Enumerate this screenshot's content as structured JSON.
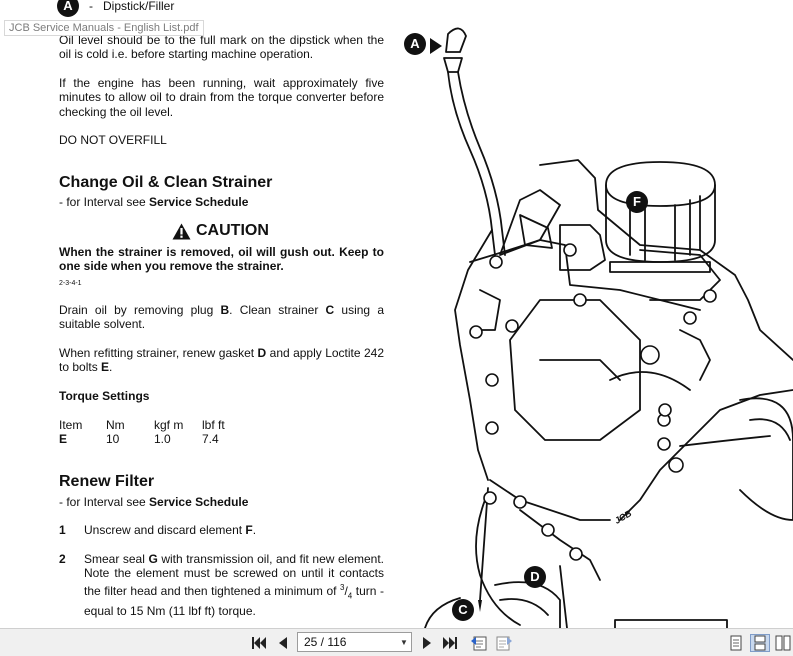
{
  "watermark": "JCB Service Manuals - English List.pdf",
  "doc": {
    "top_label_badge": "A",
    "top_label_sep": "-",
    "top_label_text": "Dipstick/Filler",
    "para1": "Oil level should be to the full mark on the dipstick when the oil is cold i.e. before starting machine operation.",
    "para2": "If the engine has been running, wait approximately five minutes to allow oil to drain from the torque converter before checking the oil level.",
    "para3": "DO NOT OVERFILL",
    "section1_title": "Change Oil & Clean Strainer",
    "section1_interval_prefix": "- for Interval see ",
    "section1_interval_bold": "Service Schedule",
    "caution_title": "CAUTION",
    "caution_text": "When the strainer is removed, oil will gush out. Keep to one side when you remove the strainer.",
    "caution_code": "2-3-4-1",
    "drain_1": "Drain oil by removing plug ",
    "drain_B": "B",
    "drain_2": ". Clean strainer ",
    "drain_C": "C",
    "drain_3": " using a suitable solvent.",
    "refit_1": "When refitting strainer, renew gasket ",
    "refit_D": "D",
    "refit_2": " and apply Loctite 242 to bolts ",
    "refit_E": "E",
    "refit_3": ".",
    "torque_title": "Torque Settings",
    "torque_headers": [
      "Item",
      "Nm",
      "kgf m",
      "lbf ft"
    ],
    "torque_row": [
      "E",
      "10",
      "1.0",
      "7.4"
    ],
    "section2_title": "Renew Filter",
    "section2_interval_prefix": "- for Interval see ",
    "section2_interval_bold": "Service Schedule",
    "step1_num": "1",
    "step1_a": "Unscrew and discard element ",
    "step1_F": "F",
    "step1_b": ".",
    "step2_num": "2",
    "step2_a": "Smear seal ",
    "step2_G": "G",
    "step2_b": " with transmission oil, and fit new element. Note the element must be screwed on until it contacts the filter head and then tightened a minimum of ",
    "step2_frac_num": "3",
    "step2_frac_den": "4",
    "step2_c": " turn - equal to 15 Nm (11 lbf ft) torque."
  },
  "figure": {
    "callouts": [
      "A",
      "F",
      "D",
      "C"
    ],
    "logo": "JCB"
  },
  "toolbar": {
    "page_value": "25 / 116",
    "colors": {
      "bar": "#f0f0f0",
      "border": "#cfcfcf",
      "icon": "#222222"
    },
    "icons": [
      "first-page-icon",
      "prev-page-icon",
      "dropdown-arrow-icon",
      "next-page-icon",
      "last-page-icon",
      "go-back-icon",
      "go-forward-icon",
      "single-page-view-icon",
      "continuous-view-icon",
      "facing-view-icon"
    ]
  }
}
